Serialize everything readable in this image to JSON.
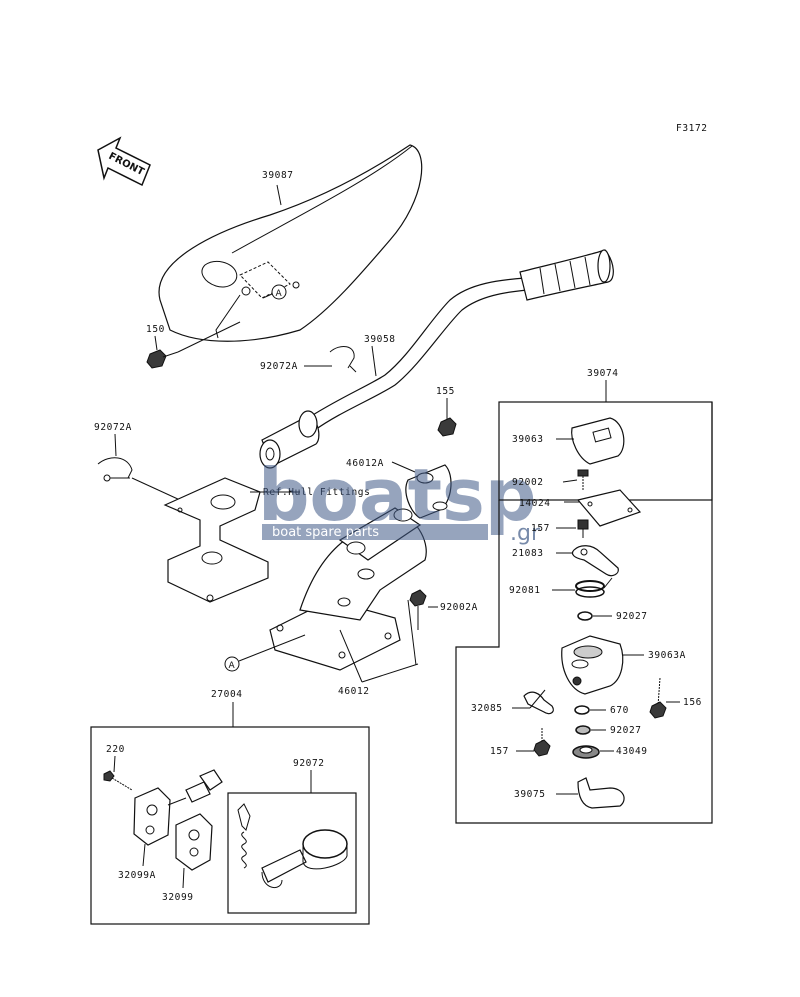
{
  "figure_code": "F3172",
  "front_label": "FRONT",
  "ref_label": "Ref.Hull Fittings",
  "circle_marker": "A",
  "watermark": {
    "main": "boatsp",
    "suffix": ".gr",
    "tagline": "boat spare parts",
    "color": "#3f5a86"
  },
  "labels": {
    "p39087": "39087",
    "p150": "150",
    "p39058": "39058",
    "p92072a_top": "92072A",
    "p92072a_left": "92072A",
    "p155": "155",
    "p46012a": "46012A",
    "p92002a": "92002A",
    "p46012": "46012",
    "p27004": "27004",
    "p220": "220",
    "p92072": "92072",
    "p32099a": "32099A",
    "p32099": "32099",
    "p39074": "39074",
    "p39063": "39063",
    "p92002": "92002",
    "p14024": "14024",
    "p157a": "157",
    "p21083": "21083",
    "p92081": "92081",
    "p92027a": "92027",
    "p39063a": "39063A",
    "p156": "156",
    "p32085": "32085",
    "p670": "670",
    "p92027b": "92027",
    "p157b": "157",
    "p43049": "43049",
    "p39075": "39075"
  }
}
